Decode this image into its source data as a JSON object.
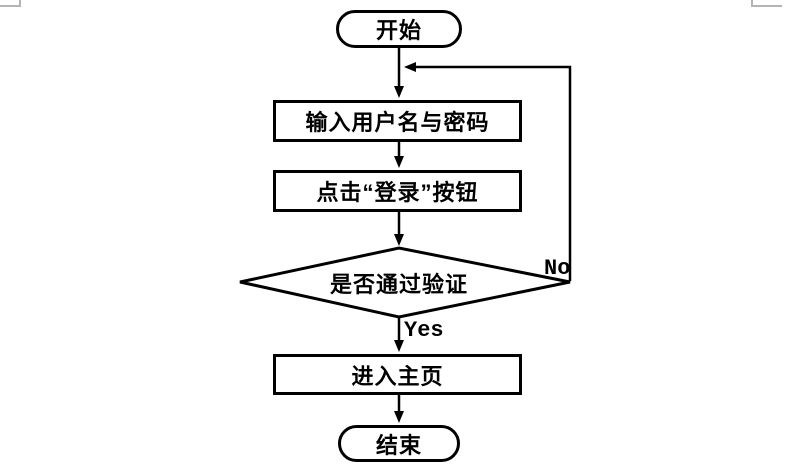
{
  "diagram": {
    "type": "flowchart",
    "topic": "login-verification-flow",
    "colors": {
      "stroke": "#000000",
      "shape_fill": "#ffffff",
      "background": "#ffffff",
      "corner_mark": "#b4b4b4"
    },
    "nodes": {
      "start": {
        "type": "terminator",
        "label": "开始"
      },
      "input": {
        "type": "process",
        "label": "输入用户名与密码"
      },
      "click": {
        "type": "process",
        "label": "点击“登录”按钮"
      },
      "verify": {
        "type": "decision",
        "label": "是否通过验证"
      },
      "home": {
        "type": "process",
        "label": "进入主页"
      },
      "end": {
        "type": "terminator",
        "label": "结束"
      }
    },
    "edge_labels": {
      "yes": "Yes",
      "no": "No"
    },
    "edges": [
      {
        "from": "start",
        "to": "input",
        "label": ""
      },
      {
        "from": "input",
        "to": "click",
        "label": ""
      },
      {
        "from": "click",
        "to": "verify",
        "label": ""
      },
      {
        "from": "verify",
        "to": "home",
        "label": "Yes"
      },
      {
        "from": "verify",
        "to": "input",
        "label": "No",
        "route": "right-side-loop-back-to-top"
      },
      {
        "from": "home",
        "to": "end",
        "label": ""
      }
    ]
  }
}
